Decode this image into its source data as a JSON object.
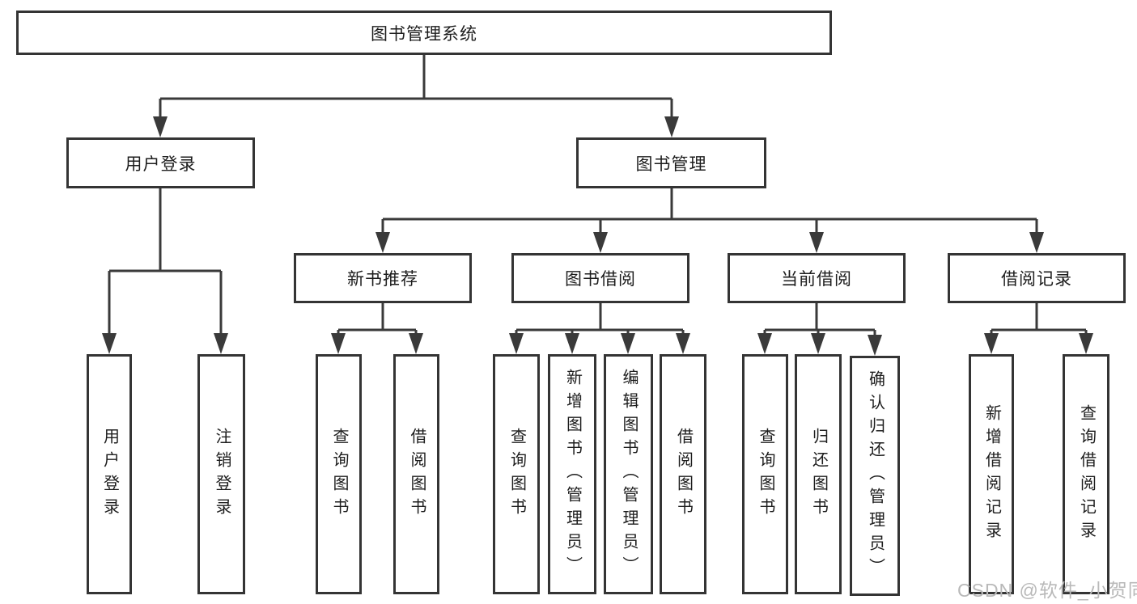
{
  "diagram_type": "hierarchy-tree",
  "tree": {
    "label": "图书管理系统",
    "children": [
      {
        "label": "用户登录",
        "children": [
          {
            "label": "用户登录"
          },
          {
            "label": "注销登录"
          }
        ]
      },
      {
        "label": "图书管理",
        "children": [
          {
            "label": "新书推荐",
            "children": [
              {
                "label": "查询图书"
              },
              {
                "label": "借阅图书"
              }
            ]
          },
          {
            "label": "图书借阅",
            "children": [
              {
                "label": "查询图书"
              },
              {
                "label": "新增图书（管理员）"
              },
              {
                "label": "编辑图书（管理员）"
              },
              {
                "label": "借阅图书"
              }
            ]
          },
          {
            "label": "当前借阅",
            "children": [
              {
                "label": "查询图书"
              },
              {
                "label": "归还图书"
              },
              {
                "label": "确认归还（管理员）"
              }
            ]
          },
          {
            "label": "借阅记录",
            "children": [
              {
                "label": "新增借阅记录"
              },
              {
                "label": "查询借阅记录"
              }
            ]
          }
        ]
      }
    ]
  },
  "watermark": {
    "text": "CSDN @软件_小贺同学"
  },
  "colors": {
    "line": "#3a3a3a",
    "border": "#343434",
    "text": "#1d1d1d",
    "watermark": "#b9b9b9",
    "background": "#ffffff"
  }
}
